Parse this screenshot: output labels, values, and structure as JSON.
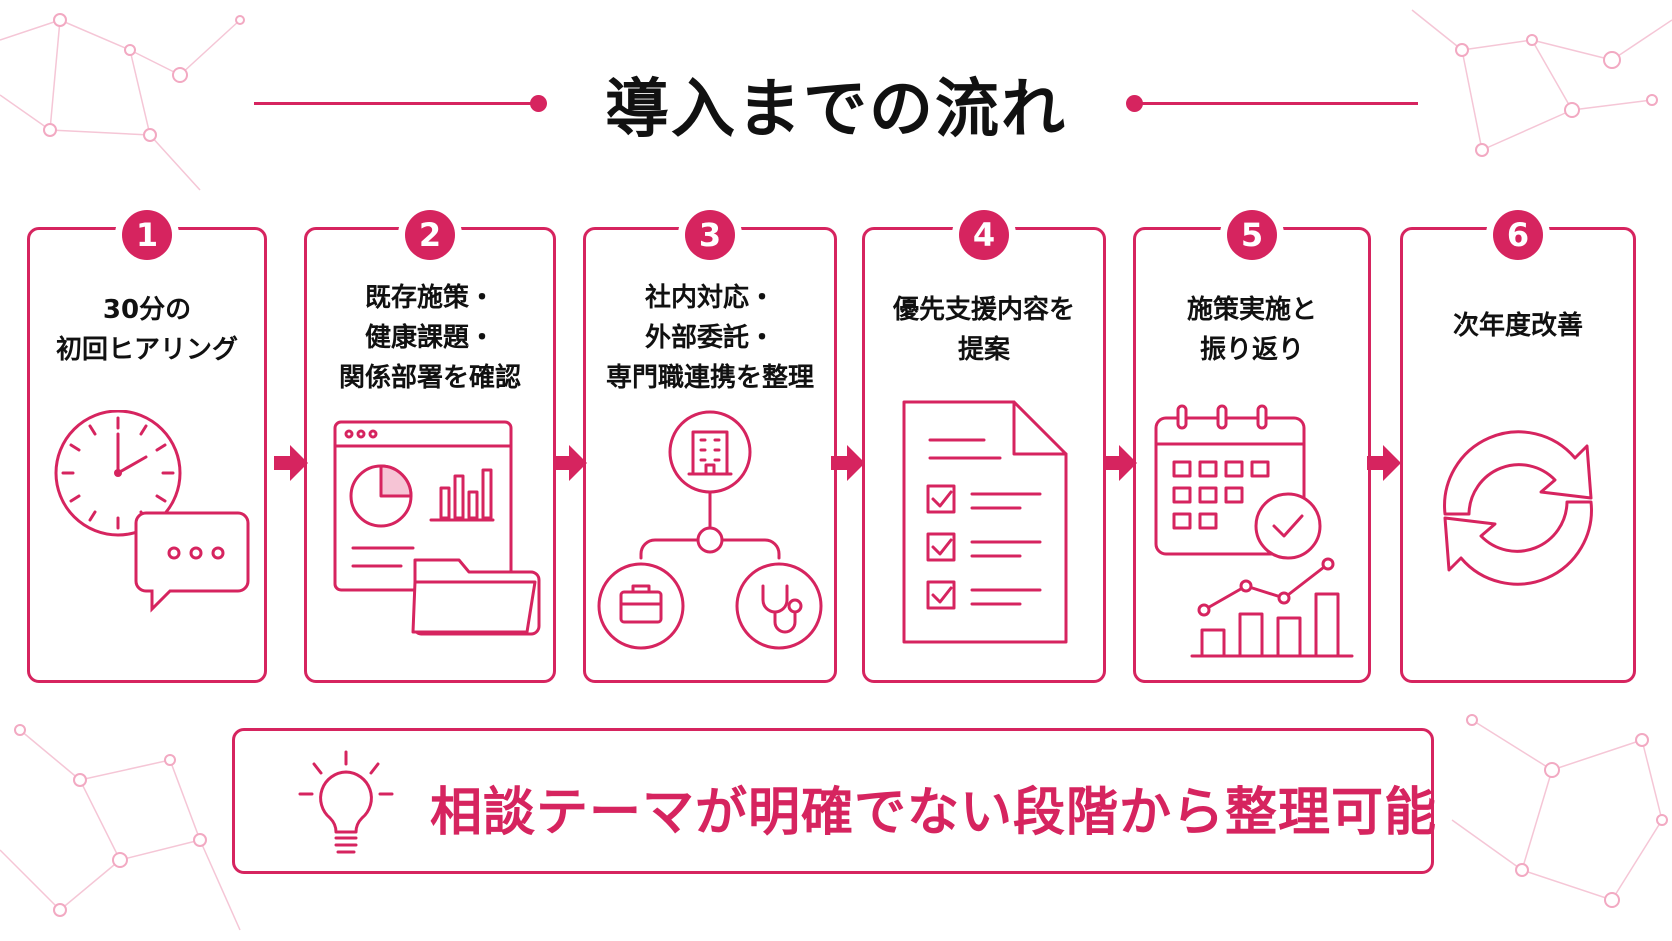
{
  "title": "導入までの流れ",
  "colors": {
    "accent": "#d6245f",
    "network": "#f2b8cc",
    "text": "#111111"
  },
  "steps": [
    {
      "num": "1",
      "lines": [
        "30分の",
        "初回ヒアリング"
      ],
      "icon": "clock-chat-icon"
    },
    {
      "num": "2",
      "lines": [
        "既存施策・",
        "健康課題・",
        "関係部署を確認"
      ],
      "icon": "dashboard-folder-icon"
    },
    {
      "num": "3",
      "lines": [
        "社内対応・",
        "外部委託・",
        "専門職連携を整理"
      ],
      "icon": "org-network-icon"
    },
    {
      "num": "4",
      "lines": [
        "優先支援内容を",
        "提案"
      ],
      "icon": "checklist-document-icon"
    },
    {
      "num": "5",
      "lines": [
        "施策実施と",
        "振り返り"
      ],
      "icon": "calendar-chart-icon"
    },
    {
      "num": "6",
      "lines": [
        "次年度改善"
      ],
      "icon": "cycle-arrows-icon"
    }
  ],
  "callout": {
    "icon": "lightbulb-icon",
    "text": "相談テーマが明確でない段階から整理可能"
  }
}
